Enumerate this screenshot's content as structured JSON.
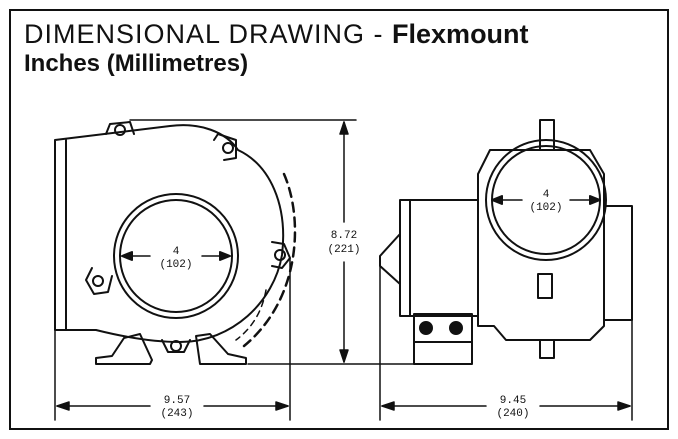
{
  "header": {
    "title_prefix": "DIMENSIONAL DRAWING - ",
    "title_emphasis": "Flexmount",
    "subtitle": "Inches (Millimetres)"
  },
  "dimensions": {
    "height": {
      "inches": "8.72",
      "mm": "(221)"
    },
    "side_width": {
      "inches": "9.57",
      "mm": "(243)"
    },
    "end_width": {
      "inches": "9.45",
      "mm": "(240)"
    },
    "side_port_dia": {
      "inches": "4",
      "mm": "(102)"
    },
    "end_port_dia": {
      "inches": "4",
      "mm": "(102)"
    }
  },
  "colors": {
    "line": "#111111",
    "background": "#ffffff"
  }
}
